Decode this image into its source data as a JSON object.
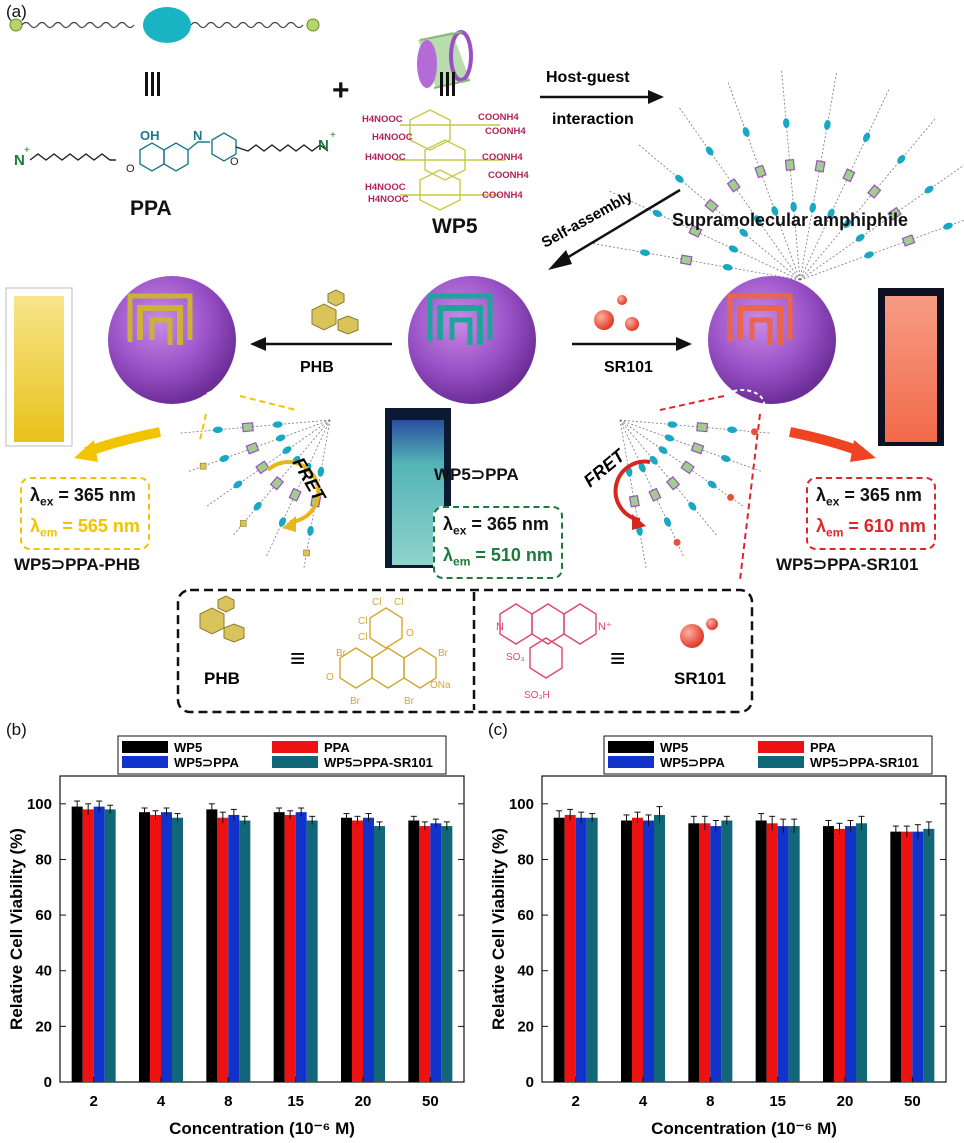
{
  "panel_a": {
    "label": "(a)",
    "ppa_label": "PPA",
    "wp5_label": "WP5",
    "plus": "+",
    "equiv": "≡",
    "host_guest_line1": "Host-guest",
    "host_guest_line2": "interaction",
    "self_assembly": "Self-assembly",
    "supramolecular_label": "Supramolecular amphiphile",
    "phb_arrow_label": "PHB",
    "sr101_arrow_label": "SR101",
    "center_label": "WP5⊃PPA",
    "left_label": "WP5⊃PPA-PHB",
    "right_label": "WP5⊃PPA-SR101",
    "fret_label": "FRET",
    "left_box": {
      "ex": "λex = 365 nm",
      "em": "λem = 565 nm",
      "ex_sym": "λ",
      "ex_sub": "ex",
      "ex_val": " = 365 nm",
      "em_sym": "λ",
      "em_sub": "em",
      "em_val": " = 565 nm"
    },
    "center_box": {
      "ex_sym": "λ",
      "ex_sub": "ex",
      "ex_val": " = 365 nm",
      "em_sym": "λ",
      "em_sub": "em",
      "em_val": " = 510 nm"
    },
    "right_box": {
      "ex_sym": "λ",
      "ex_sub": "ex",
      "ex_val": " = 365 nm",
      "em_sym": "λ",
      "em_sub": "em",
      "em_val": " = 610 nm"
    },
    "legend_phb": "PHB",
    "legend_sr101": "SR101",
    "wp5_chem_labels": [
      "H4NOOC",
      "COONH4"
    ],
    "colors": {
      "yellow": "#f2c400",
      "green": "#1e7a3c",
      "red": "#e0252a",
      "purple": "#9a52c7",
      "teal": "#19a8a8"
    }
  },
  "chart_data": [
    {
      "panel": "(b)",
      "type": "bar",
      "categories": [
        "2",
        "4",
        "8",
        "15",
        "20",
        "50"
      ],
      "xlabel": "Concentration (10⁻⁶ M)",
      "ylabel": "Relative Cell Viability (%)",
      "ylim": [
        0,
        110
      ],
      "yticks": [
        0,
        20,
        40,
        60,
        80,
        100
      ],
      "legend_placement": "top",
      "series": [
        {
          "name": "WP5",
          "color": "#000000",
          "values": [
            99,
            97,
            98,
            97,
            95,
            94
          ],
          "errors": [
            2,
            1.5,
            2,
            1.5,
            1.5,
            1.5
          ]
        },
        {
          "name": "PPA",
          "color": "#ee1111",
          "values": [
            98,
            96,
            95,
            96,
            94,
            92
          ],
          "errors": [
            2,
            1.5,
            2,
            1.5,
            1.5,
            1.5
          ]
        },
        {
          "name": "WP5⊃PPA",
          "color": "#1133cc",
          "values": [
            99,
            97,
            96,
            97,
            95,
            93
          ],
          "errors": [
            2,
            1.5,
            2,
            1.5,
            1.5,
            1.5
          ]
        },
        {
          "name": "WP5⊃PPA-SR101",
          "color": "#116677",
          "values": [
            98,
            95,
            94,
            94,
            92,
            92
          ],
          "errors": [
            1.5,
            1.5,
            1.5,
            1.5,
            1.5,
            1.5
          ]
        }
      ]
    },
    {
      "panel": "(c)",
      "type": "bar",
      "categories": [
        "2",
        "4",
        "8",
        "15",
        "20",
        "50"
      ],
      "xlabel": "Concentration (10⁻⁶ M)",
      "ylabel": "Relative Cell Viability (%)",
      "ylim": [
        0,
        110
      ],
      "yticks": [
        0,
        20,
        40,
        60,
        80,
        100
      ],
      "legend_placement": "top",
      "series": [
        {
          "name": "WP5",
          "color": "#000000",
          "values": [
            95,
            94,
            93,
            94,
            92,
            90
          ],
          "errors": [
            2.5,
            2,
            2.5,
            2.5,
            2,
            2
          ]
        },
        {
          "name": "PPA",
          "color": "#ee1111",
          "values": [
            96,
            95,
            93,
            93,
            91,
            90
          ],
          "errors": [
            2,
            2,
            2.5,
            2.5,
            2,
            2
          ]
        },
        {
          "name": "WP5⊃PPA",
          "color": "#1133cc",
          "values": [
            95,
            94,
            92,
            92,
            92,
            90
          ],
          "errors": [
            2,
            2,
            2,
            2.5,
            2,
            2.5
          ]
        },
        {
          "name": "WP5⊃PPA-SR101",
          "color": "#116677",
          "values": [
            95,
            96,
            94,
            92,
            93,
            91
          ],
          "errors": [
            1.5,
            3,
            1.5,
            2.5,
            2.5,
            2.5
          ]
        }
      ]
    }
  ]
}
